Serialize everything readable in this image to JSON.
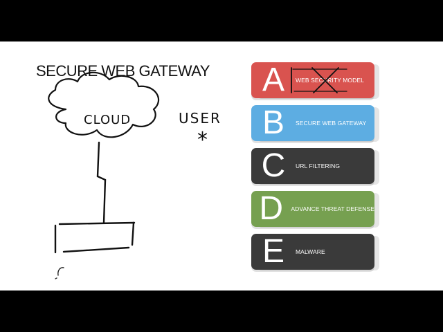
{
  "title": "SECURE WEB GATEWAY",
  "sketch": {
    "cloud_label": "CLOUD",
    "user_label": "USER",
    "user_mark": "*"
  },
  "options": [
    {
      "letter": "A",
      "label": "WEB SECURITY MODEL",
      "color": "#d9534f",
      "crossed_out": true
    },
    {
      "letter": "B",
      "label": "SECURE WEB GATEWAY",
      "color": "#5dade2",
      "crossed_out": false
    },
    {
      "letter": "C",
      "label": "URL FILTERING",
      "color": "#3a3a3a",
      "crossed_out": false
    },
    {
      "letter": "D",
      "label": "ADVANCE THREAT DEFENSE",
      "color": "#76a050",
      "crossed_out": false
    },
    {
      "letter": "E",
      "label": "MALWARE",
      "color": "#3a3a3a",
      "crossed_out": false
    }
  ]
}
